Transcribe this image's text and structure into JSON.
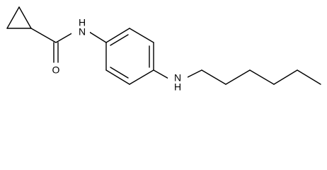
{
  "molecule": {
    "atoms": {
      "carbonyl_oxygen": "O",
      "amide_nitrogen": "N",
      "amide_hydrogen": "H",
      "amine_nitrogen": "N",
      "amine_hydrogen": "H"
    },
    "colors": {
      "bond": "#000000",
      "label": "#000000",
      "background": "#ffffff"
    }
  }
}
